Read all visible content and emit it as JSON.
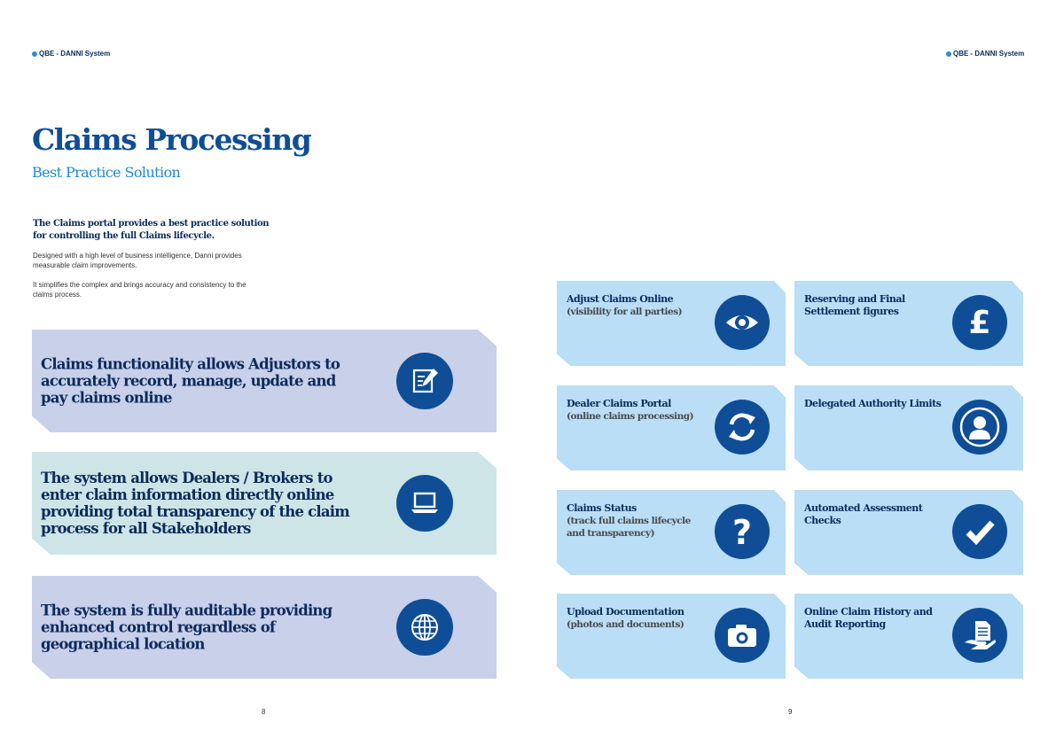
{
  "header": {
    "brand": "QBE",
    "system": " - DANNI System"
  },
  "title": "Claims Processing",
  "subtitle": "Best Practice Solution",
  "intro": "The Claims portal provides a best practice solution for controlling the full Claims lifecycle.",
  "paragraphs": [
    "Designed with a high level of business intelligence, Danni provides measurable claim improvements.",
    "It simplifies the complex and brings accuracy and consistency to the claims process."
  ],
  "big_cards": [
    {
      "text": "Claims functionality allows Adjustors to accurately record, manage, update and pay claims online",
      "icon": "edit-document-icon"
    },
    {
      "text": "The system allows Dealers / Brokers to enter claim information directly online providing total transparency of the claim process for all Stakeholders",
      "icon": "laptop-icon"
    },
    {
      "text": "The system is fully auditable providing enhanced control regardless of geographical location",
      "icon": "globe-icon"
    }
  ],
  "features": [
    {
      "title": "Adjust Claims Online",
      "sub": "(visibility for all parties)",
      "icon": "eye-icon"
    },
    {
      "title": "Reserving and Final Settlement figures",
      "sub": "",
      "icon": "pound-icon"
    },
    {
      "title": "Dealer Claims Portal",
      "sub": "(online claims processing)",
      "icon": "refresh-icon"
    },
    {
      "title": "Delegated Authority Limits",
      "sub": "",
      "icon": "user-icon"
    },
    {
      "title": "Claims Status",
      "sub": "(track full claims lifecycle and transparency)",
      "icon": "question-icon"
    },
    {
      "title": "Automated Assessment Checks",
      "sub": "",
      "icon": "checkmark-icon"
    },
    {
      "title": "Upload Documentation",
      "sub": "(photos and documents)",
      "icon": "camera-icon"
    },
    {
      "title": "Online Claim History and Audit Reporting",
      "sub": "",
      "icon": "document-hand-icon"
    }
  ],
  "page_numbers": {
    "left": "8",
    "right": "9"
  },
  "colors": {
    "title": "#0f4e97",
    "subtitle": "#1f8ad0",
    "icon_circle": "#0f4e97",
    "big_card_purple": "#c8d0ea",
    "big_card_teal": "#cde5e6",
    "feature_card": "#b9def6"
  }
}
